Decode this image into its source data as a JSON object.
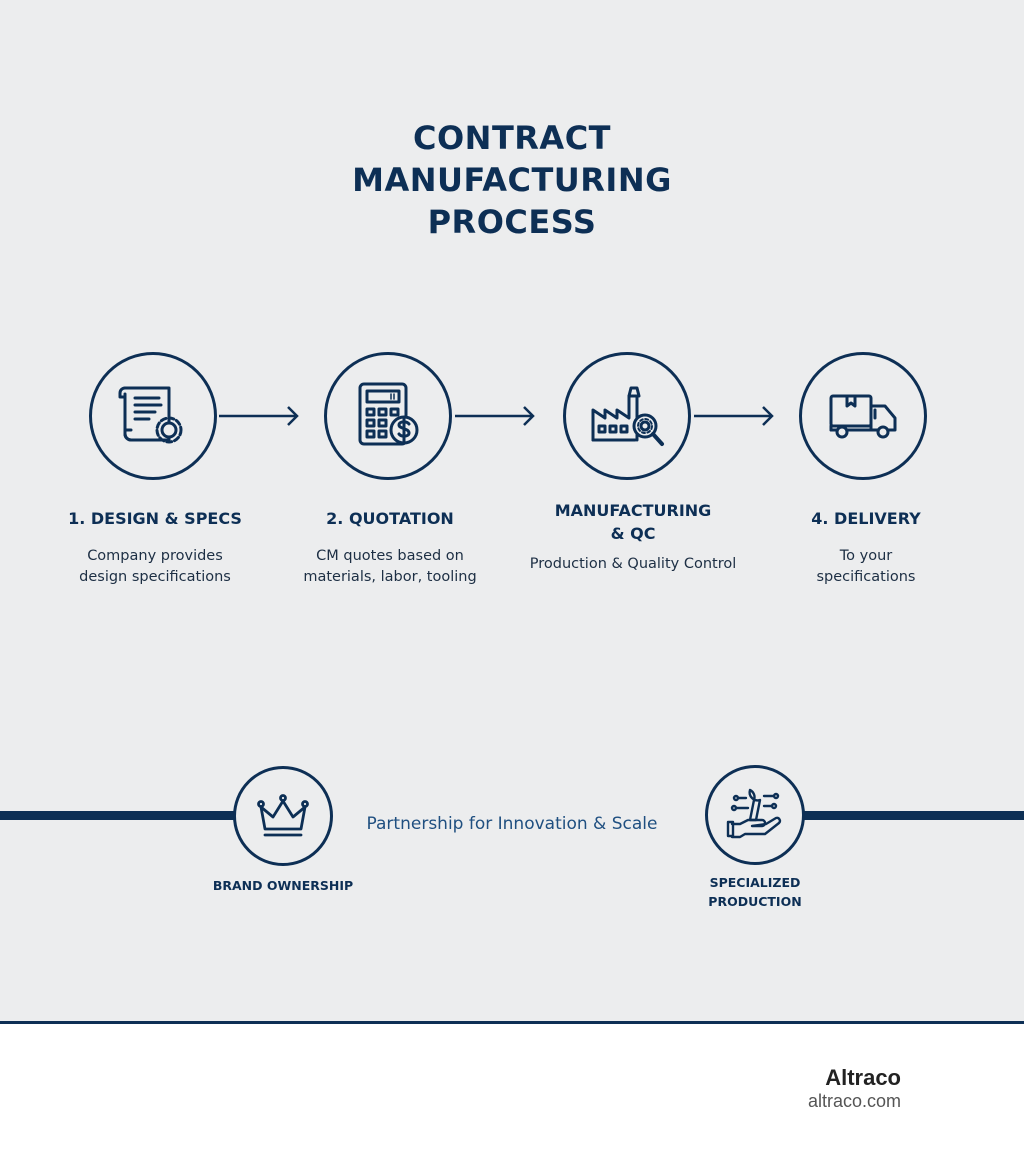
{
  "title": {
    "line1": "CONTRACT",
    "line2": "MANUFACTURING",
    "line3": "PROCESS"
  },
  "steps": [
    {
      "icon": "specs-document-gear-icon",
      "title": "1. DESIGN & SPECS",
      "desc_line1": "Company provides",
      "desc_line2": "design specifications"
    },
    {
      "icon": "calculator-dollar-icon",
      "title": "2. QUOTATION",
      "desc_line1": "CM quotes based on",
      "desc_line2": "materials, labor, tooling"
    },
    {
      "icon": "factory-magnifier-icon",
      "title_line1": "MANUFACTURING",
      "title_line2": "& QC",
      "desc_line1": "Production & Quality Control"
    },
    {
      "icon": "delivery-truck-icon",
      "title": "4. DELIVERY",
      "desc_line1": "To your",
      "desc_line2": "specifications"
    }
  ],
  "partnership": {
    "text": "Partnership for Innovation & Scale",
    "left_label": "BRAND OWNERSHIP",
    "left_icon": "crown-icon",
    "right_label_line1": "SPECIALIZED",
    "right_label_line2": "PRODUCTION",
    "right_icon": "hand-wrench-icon"
  },
  "footer": {
    "brand": "Altraco",
    "url": "altraco.com"
  },
  "colors": {
    "navy": "#0d2f55",
    "background": "#ecedee",
    "accent_text": "#1f4f80"
  }
}
